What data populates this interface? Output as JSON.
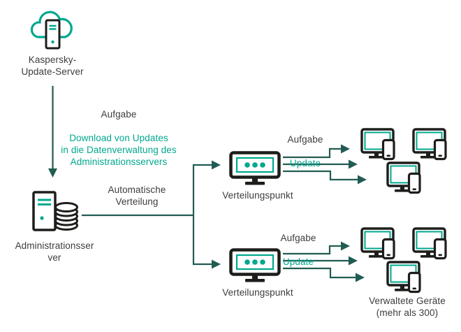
{
  "colors": {
    "accent": "#00A88E",
    "connector": "#215C52",
    "icon_ink": "#1D1D1B",
    "text_primary": "#3C3C3C",
    "background": "#FFFFFF"
  },
  "nodes": {
    "update_server": {
      "label": "Kaspersky-\nUpdate-Server",
      "icon": "cloud-server-icon"
    },
    "admin_server": {
      "label": "Administrationsser\nver",
      "icon": "server-with-disks-icon"
    },
    "distribution_point_top": {
      "label": "Verteilungspunkt",
      "icon": "distribution-monitor-icon"
    },
    "distribution_point_bottom": {
      "label": "Verteilungspunkt",
      "icon": "distribution-monitor-icon"
    },
    "managed_devices": {
      "label": "Verwaltete Geräte\n(mehr als 300)",
      "icon": "monitor-with-phone-icon",
      "device_count": 6
    }
  },
  "edges": {
    "download_task": {
      "title": "Aufgabe",
      "detail": "Download von Updates\nin die Datenverwaltung des\nAdministrationsservers"
    },
    "auto_distribution": {
      "label": "Automatische\nVerteilung"
    },
    "update_task_top": {
      "title": "Aufgabe",
      "detail": "Update"
    },
    "update_task_bottom": {
      "title": "Aufgabe",
      "detail": "Update"
    }
  }
}
